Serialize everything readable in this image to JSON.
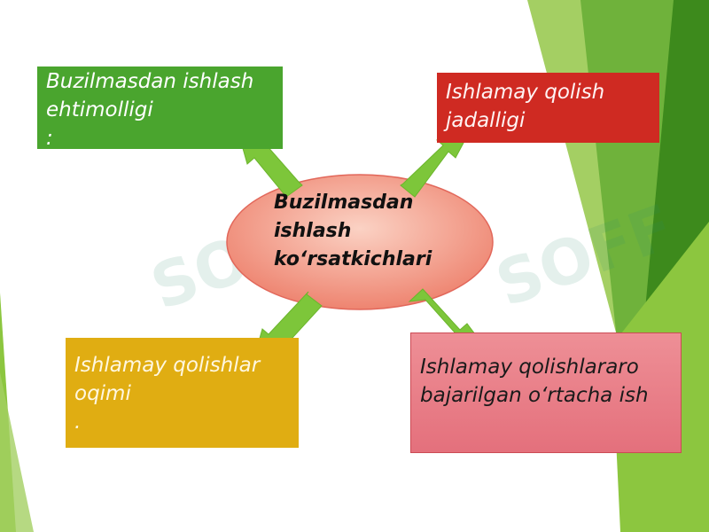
{
  "center": {
    "lines": [
      "Buzilmasdan",
      "ishlash",
      "ko‘rsatkichlari"
    ]
  },
  "boxes": {
    "top_left": {
      "lines": [
        "Buzilmasdan ishlash",
        "ehtimolligi",
        ":"
      ],
      "color": "#4aa52e"
    },
    "top_right": {
      "lines": [
        "Ishlamay qolish",
        "jadalligi"
      ],
      "color": "#cf2a22"
    },
    "bottom_left": {
      "lines": [
        "Ishlamay qolishlar",
        "oqimi",
        "."
      ],
      "color": "#e0ad12"
    },
    "bottom_right": {
      "lines": [
        "Ishlamay qolishlararo",
        "bajarilgan o‘rtacha ish"
      ],
      "color": "#ee8f96"
    }
  },
  "colors": {
    "arrow": "#7dc63a",
    "ellipse_fill": "#f19a86",
    "accent_green": "#8cc63f",
    "dark_green": "#4f8a1f"
  }
}
